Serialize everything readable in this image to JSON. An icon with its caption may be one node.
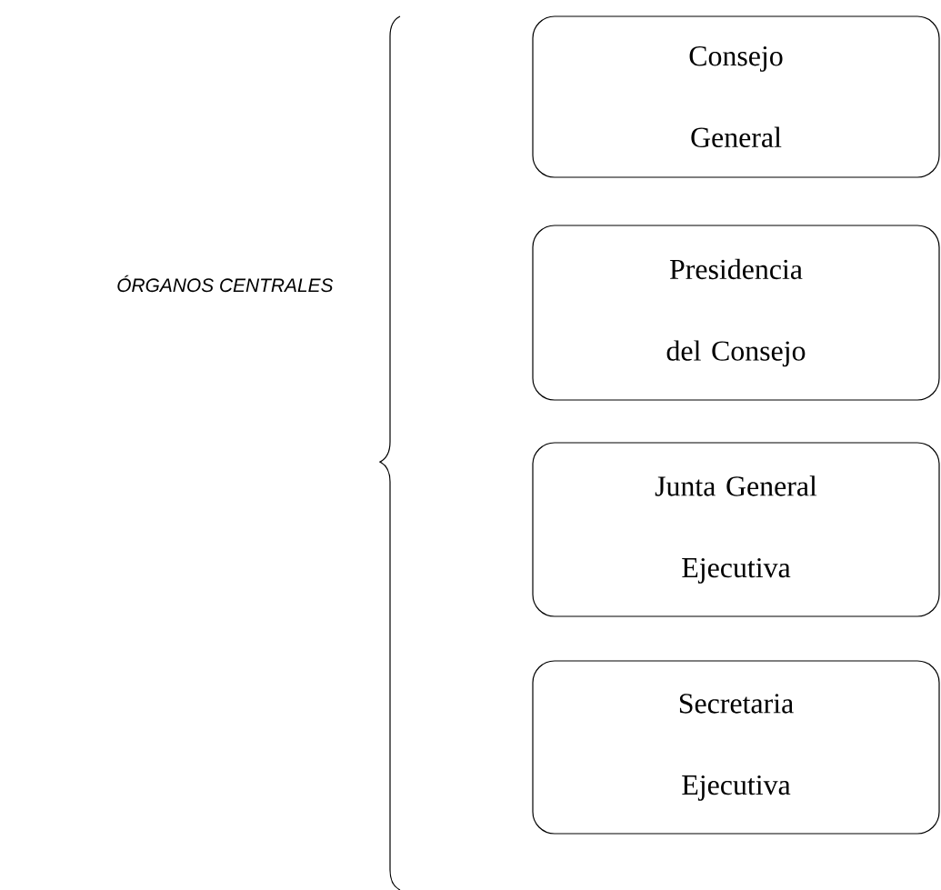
{
  "diagram": {
    "nodes": [
      {
        "text": [
          "Consejo General"
        ]
      },
      {
        "text": [
          "Presidencia del Consejo"
        ]
      },
      {
        "text": [
          "Junta General Ejecutiva"
        ]
      },
      {
        "text": [
          "Secretaria Ejecutiva"
        ]
      }
    ],
    "labels": [
      "*ÓRGANOS CENTRALES*"
    ]
  }
}
